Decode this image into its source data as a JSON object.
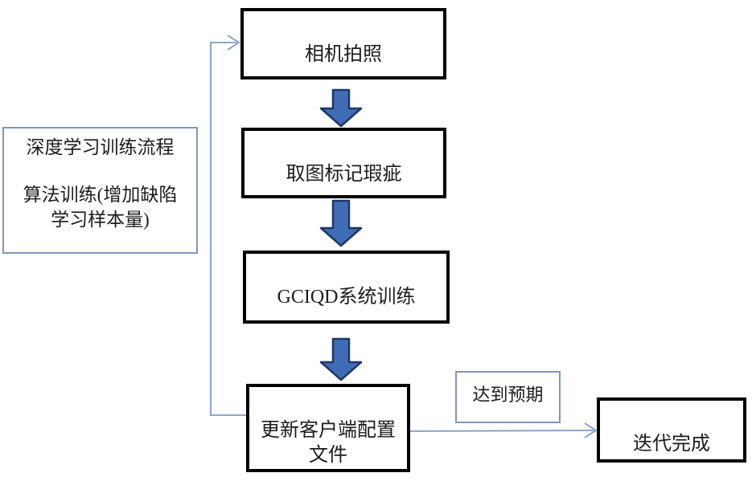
{
  "diagram": {
    "title_hint": "deep-learning training loop flowchart",
    "note_box": {
      "line1": "深度学习训练流程",
      "line2": "算法训练(增加缺陷",
      "line3": "学习样本量)"
    },
    "steps": [
      {
        "id": "camera-capture",
        "label": "相机拍照"
      },
      {
        "id": "mark-defects",
        "label": "取图标记瑕疵"
      },
      {
        "id": "gciqd-training",
        "label": "GCIQD系统训练"
      },
      {
        "id": "update-client-config",
        "label": "更新客户端配置\n文件"
      }
    ],
    "branch_label": "达到预期",
    "end_box_label": "迭代完成",
    "colors": {
      "process_box_border": "#000000",
      "soft_box_border": "#8496b8",
      "block_arrow_fill": "#3f6db5",
      "block_arrow_stroke": "#1f3864",
      "connector_line": "#7f9cc6",
      "text": "#1c1c1c",
      "background": "#ffffff"
    }
  }
}
